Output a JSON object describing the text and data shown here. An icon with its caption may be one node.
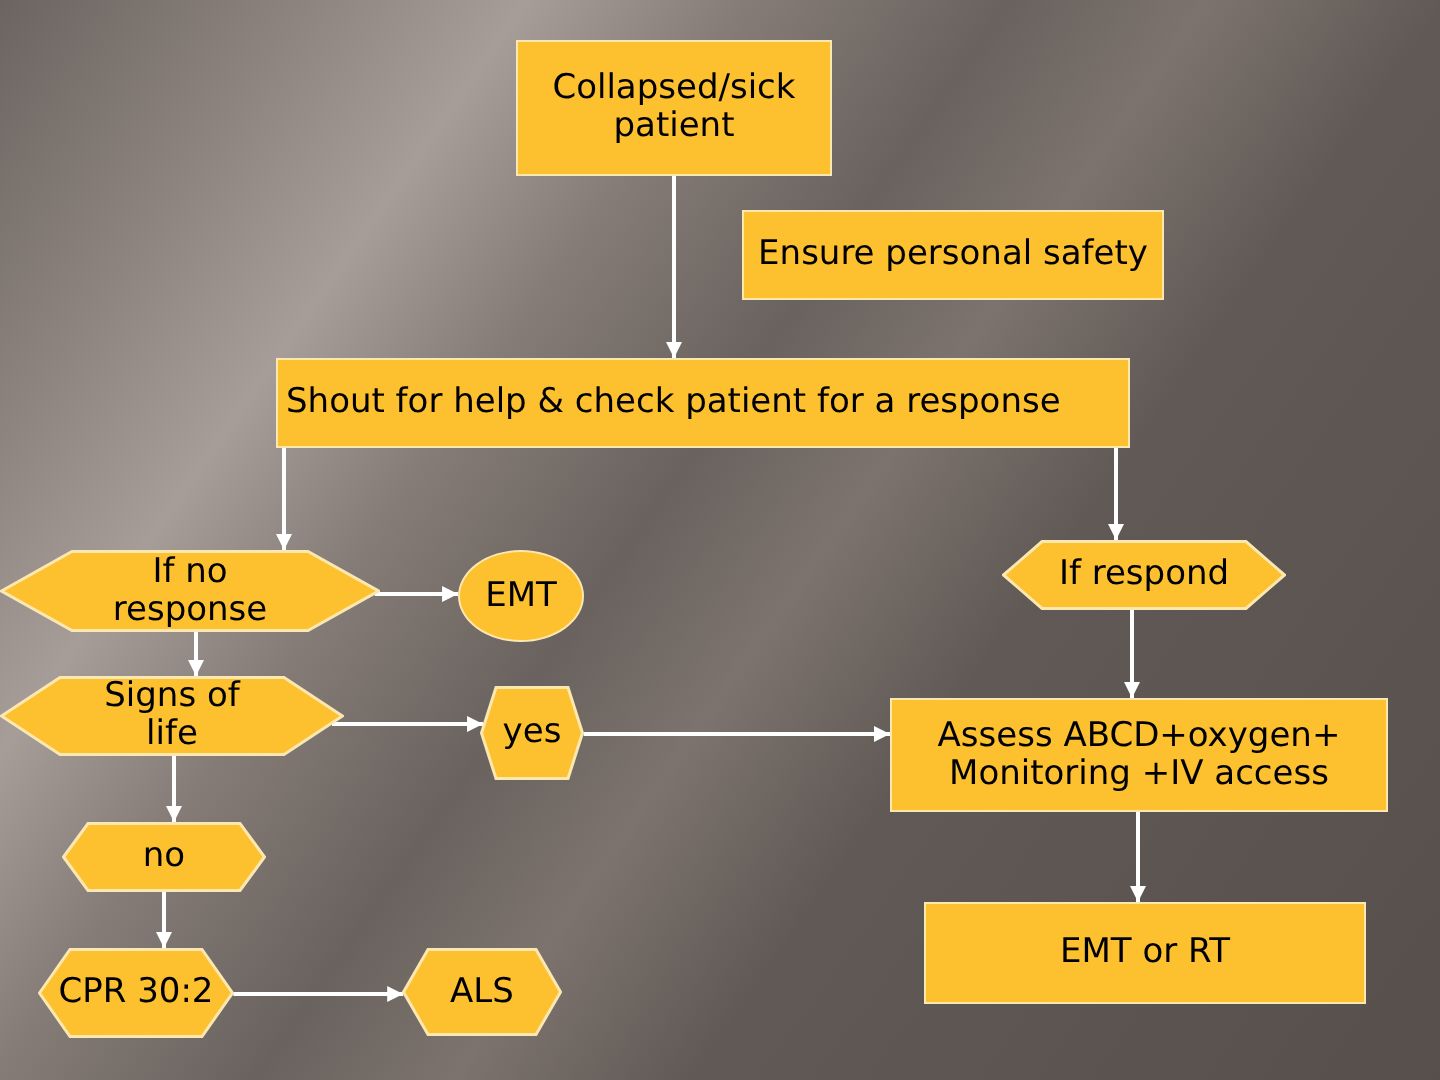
{
  "diagram": {
    "nodes": [
      {
        "text": [
          "Collapsed/sick patient"
        ]
      },
      {
        "text": [
          "Ensure personal safety"
        ]
      },
      {
        "text": [
          "Shout for help & check patient for a response"
        ]
      },
      {
        "text": [
          "If no response"
        ]
      },
      {
        "text": [
          "EMT"
        ]
      },
      {
        "text": [
          "If respond"
        ]
      },
      {
        "text": [
          "Signs of life"
        ]
      },
      {
        "text": [
          "yes"
        ]
      },
      {
        "text": [
          "Assess ABCD+oxygen+ Monitoring +IV access"
        ]
      },
      {
        "text": [
          "no"
        ]
      },
      {
        "text": [
          "CPR 30:2"
        ]
      },
      {
        "text": [
          "ALS"
        ]
      },
      {
        "text": [
          "EMT or RT"
        ]
      }
    ],
    "edges": [
      {
        "from": 0,
        "to": 2,
        "arrow": "to"
      },
      {
        "from": 2,
        "to": 3,
        "arrow": "to"
      },
      {
        "from": 2,
        "to": 5,
        "arrow": "to"
      },
      {
        "from": 3,
        "to": 4,
        "arrow": "to"
      },
      {
        "from": 3,
        "to": 6,
        "arrow": "to"
      },
      {
        "from": 5,
        "to": 8,
        "arrow": "to"
      },
      {
        "from": 6,
        "to": 7,
        "arrow": "to"
      },
      {
        "from": 7,
        "to": 8,
        "arrow": "to"
      },
      {
        "from": 6,
        "to": 9,
        "arrow": "to"
      },
      {
        "from": 9,
        "to": 10,
        "arrow": "to"
      },
      {
        "from": 10,
        "to": 11,
        "arrow": "to"
      },
      {
        "from": 8,
        "to": 12,
        "arrow": "to"
      }
    ]
  }
}
